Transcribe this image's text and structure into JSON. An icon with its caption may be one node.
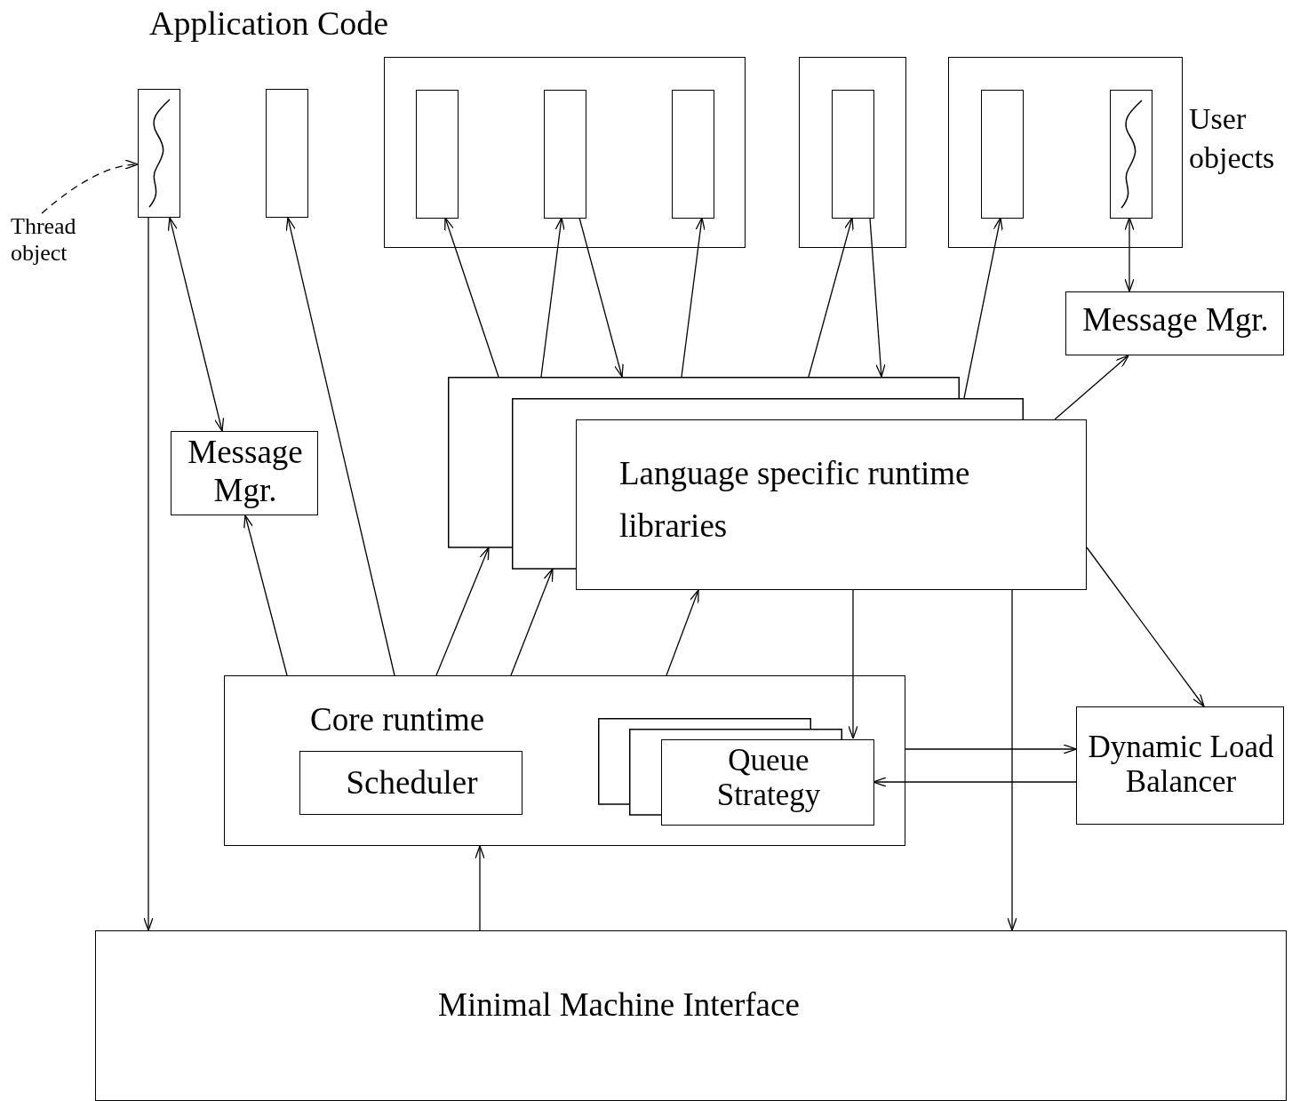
{
  "diagram": {
    "nodes": [
      {
        "text": [],
        "shape": "box"
      },
      {
        "text": [],
        "shape": "box"
      },
      {
        "text": [],
        "shape": "box"
      },
      {
        "text": [],
        "shape": "box",
        "in": 2
      },
      {
        "text": [],
        "shape": "box",
        "in": 2
      },
      {
        "text": [],
        "shape": "box",
        "in": 2
      },
      {
        "text": [],
        "shape": "box"
      },
      {
        "text": [],
        "shape": "box",
        "in": 6
      },
      {
        "text": [],
        "shape": "box"
      },
      {
        "text": [],
        "shape": "box",
        "in": 8
      },
      {
        "text": [],
        "shape": "box",
        "in": 8
      },
      {
        "text": [
          "Thread object"
        ]
      },
      {
        "text": [
          "Message Mgr."
        ]
      },
      {
        "text": [],
        "shape": "box"
      },
      {
        "text": [],
        "shape": "box"
      },
      {
        "text": [
          "Language specific runtime libraries"
        ]
      },
      {
        "text": [
          "Message Mgr."
        ]
      },
      {
        "text": [
          "Core runtime"
        ]
      },
      {
        "text": [
          "Scheduler"
        ],
        "in": 17
      },
      {
        "text": [],
        "shape": "box",
        "in": 17
      },
      {
        "text": [],
        "shape": "box",
        "in": 17
      },
      {
        "text": [
          "Queue Strategy"
        ],
        "in": 17
      },
      {
        "text": [
          "Dynamic Load Balancer"
        ]
      },
      {
        "text": [
          "Minimal Machine Interface"
        ]
      }
    ],
    "edges": [
      {
        "from": 11,
        "to": 0,
        "arrow": "to",
        "style": "dashed"
      },
      {
        "from": 0,
        "to": 16,
        "arrow": "both"
      },
      {
        "from": 0,
        "to": 23,
        "arrow": "to"
      },
      {
        "from": 17,
        "to": 1,
        "arrow": "to"
      },
      {
        "from": 17,
        "to": 16,
        "arrow": "to"
      },
      {
        "from": 13,
        "to": 3,
        "arrow": "to"
      },
      {
        "from": 13,
        "to": 4,
        "arrow": "to"
      },
      {
        "from": 4,
        "to": 13,
        "arrow": "to"
      },
      {
        "from": 13,
        "to": 5,
        "arrow": "to"
      },
      {
        "from": 13,
        "to": 7,
        "arrow": "to"
      },
      {
        "from": 7,
        "to": 13,
        "arrow": "to"
      },
      {
        "from": 14,
        "to": 9,
        "arrow": "to"
      },
      {
        "from": 10,
        "to": 12,
        "arrow": "both"
      },
      {
        "from": 15,
        "to": 12,
        "arrow": "to"
      },
      {
        "from": 17,
        "to": 13,
        "arrow": "to"
      },
      {
        "from": 17,
        "to": 14,
        "arrow": "to"
      },
      {
        "from": 17,
        "to": 15,
        "arrow": "to"
      },
      {
        "from": 15,
        "to": 21,
        "arrow": "to"
      },
      {
        "from": 15,
        "to": 23,
        "arrow": "to"
      },
      {
        "from": 15,
        "to": 22,
        "arrow": "to"
      },
      {
        "from": 17,
        "to": 22,
        "arrow": "to"
      },
      {
        "from": 22,
        "to": 21,
        "arrow": "to"
      },
      {
        "from": 23,
        "to": 17,
        "arrow": "to"
      }
    ],
    "labels": [
      "Application Code",
      "User objects"
    ]
  }
}
